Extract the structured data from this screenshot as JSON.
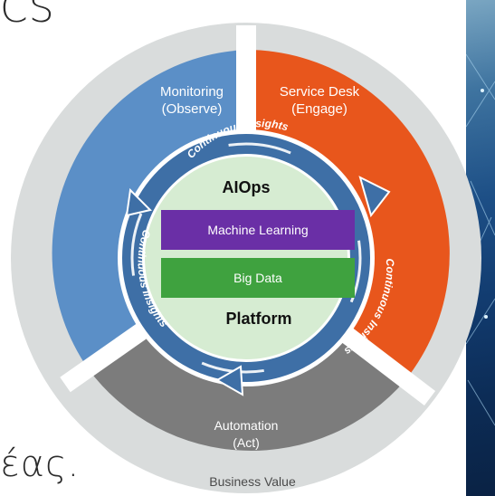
{
  "slide": {
    "text_top_fragment": "CS",
    "text_bottom_fragment": "έας."
  },
  "diagram": {
    "segments": {
      "monitoring": {
        "line1": "Monitoring",
        "line2": "(Observe)"
      },
      "service_desk": {
        "line1": "Service Desk",
        "line2": "(Engage)"
      },
      "automation": {
        "line1": "Automation",
        "line2": "(Act)"
      }
    },
    "center": {
      "title": "AIOps",
      "bar_top": "Machine Learning",
      "bar_bottom": "Big Data",
      "subtitle": "Platform"
    },
    "arrow_labels": {
      "top": "Continuous Insights",
      "right": "Continuous Insights",
      "left": "Continuous Insights"
    },
    "outer_label": "Business Value"
  },
  "colors": {
    "outer_ring": "#d9dcdc",
    "monitoring": "#5b8fc7",
    "service_desk": "#e8561c",
    "automation": "#7c7c7c",
    "center": "#d6ecd2",
    "machine_learning": "#6a2fa6",
    "big_data": "#3fa23f",
    "arrow": "#3e6fa6"
  }
}
